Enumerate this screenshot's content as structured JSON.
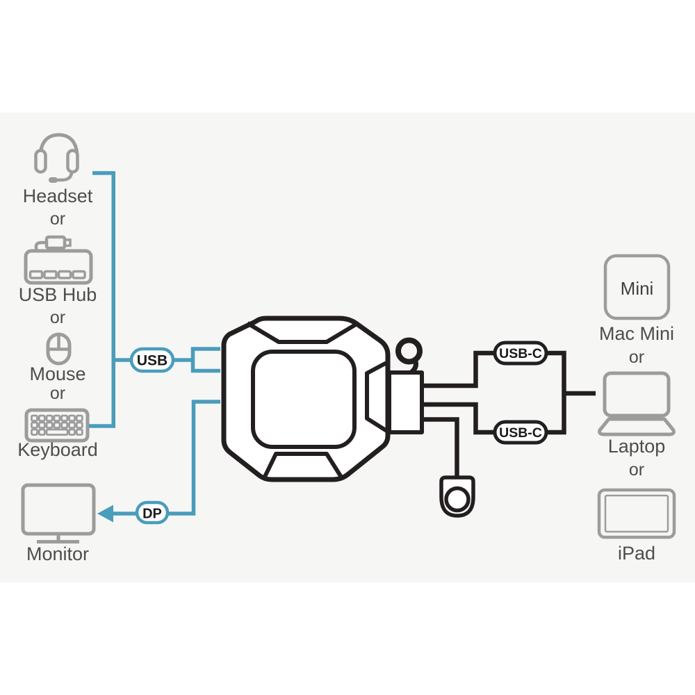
{
  "colors": {
    "accent_blue": "#4A9CBB",
    "diagram_black": "#231F20",
    "icon_gray": "#9C9C9C",
    "label_gray": "#4D4D4D",
    "band_background": "#F6F6F5"
  },
  "separator": "or",
  "left_column": {
    "headset_label": "Headset",
    "usb_hub_label": "USB Hub",
    "mouse_label": "Mouse",
    "keyboard_label": "Keyboard",
    "monitor_label": "Monitor"
  },
  "badges": {
    "usb": "USB",
    "dp": "DP",
    "usbc_top": "USB-C",
    "usbc_bottom": "USB-C"
  },
  "right_column": {
    "mac_mini_icon_text": "Mini",
    "mac_mini_label": "Mac Mini",
    "laptop_label": "Laptop",
    "ipad_label": "iPad"
  }
}
